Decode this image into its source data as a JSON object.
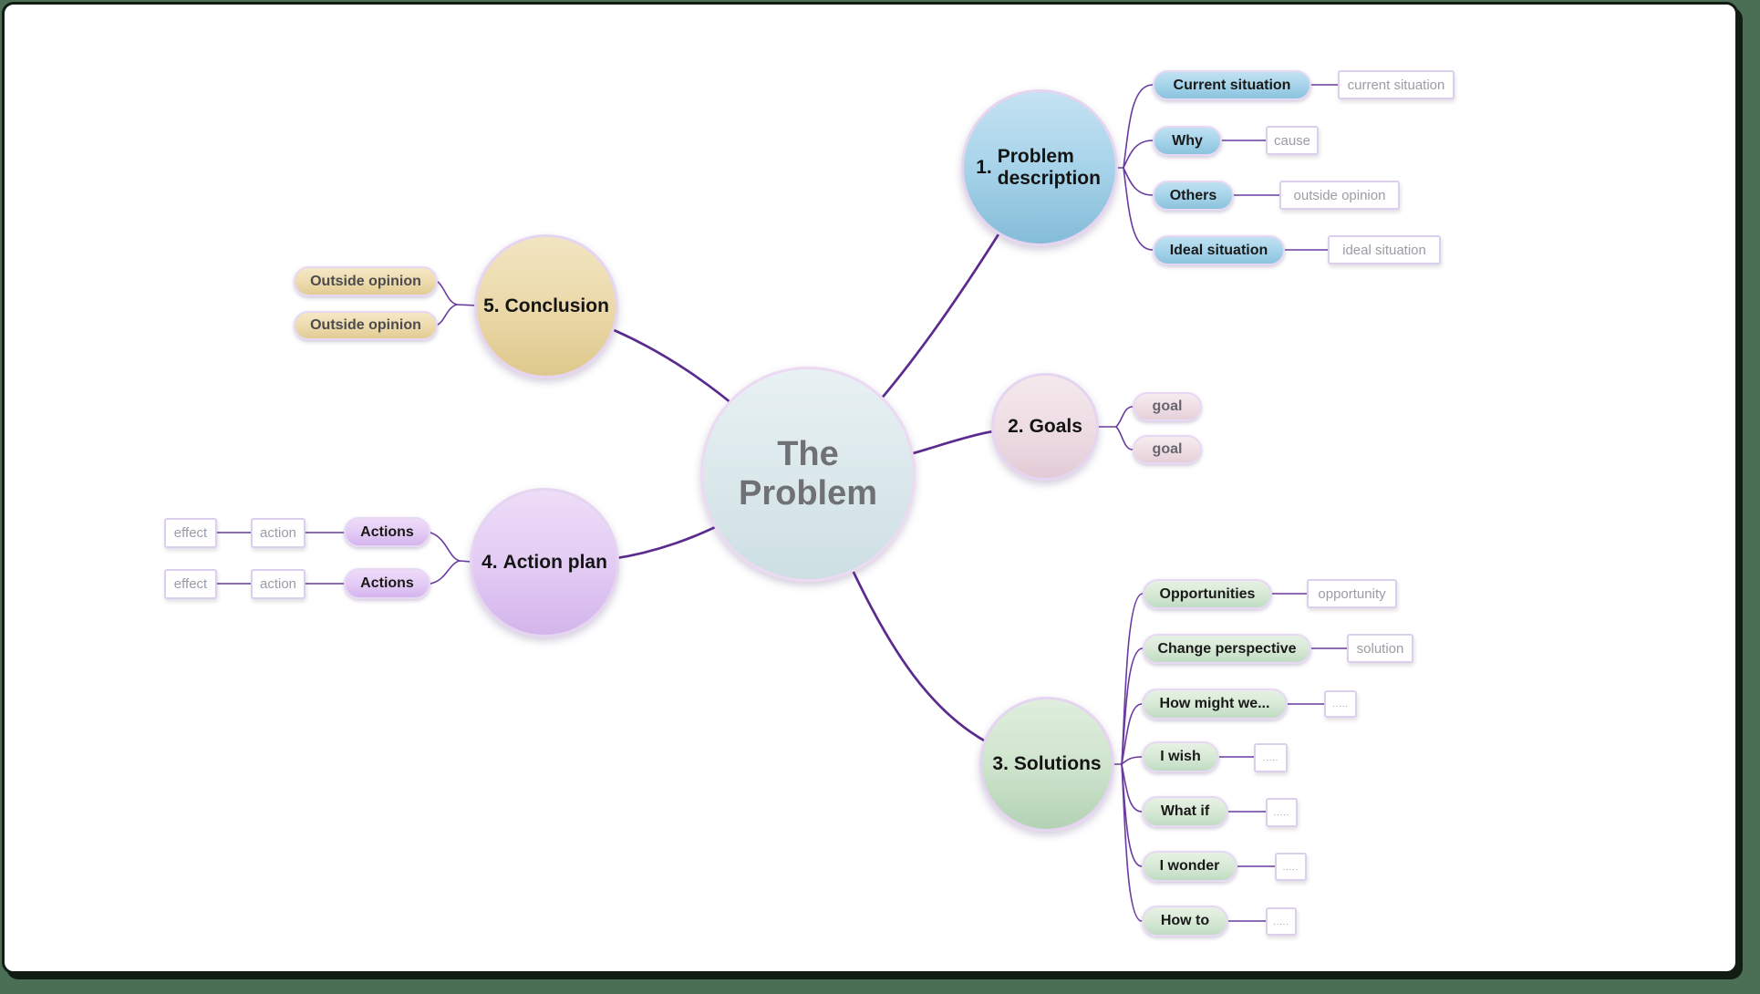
{
  "root": {
    "label": "The Problem"
  },
  "branches": [
    {
      "number": "1.",
      "name": "Problem description",
      "children": [
        {
          "label": "Current situation",
          "note": "current situation"
        },
        {
          "label": "Why",
          "note": "cause"
        },
        {
          "label": "Others",
          "note": "outside opinion"
        },
        {
          "label": "Ideal situation",
          "note": "ideal situation"
        }
      ]
    },
    {
      "number": "2.",
      "name": "Goals",
      "children": [
        {
          "label": "goal"
        },
        {
          "label": "goal"
        }
      ]
    },
    {
      "number": "3.",
      "name": "Solutions",
      "children": [
        {
          "label": "Opportunities",
          "note": "opportunity"
        },
        {
          "label": "Change perspective",
          "note": "solution"
        },
        {
          "label": "How might we...",
          "note": "....."
        },
        {
          "label": "I wish",
          "note": "....."
        },
        {
          "label": "What if",
          "note": "....."
        },
        {
          "label": "I wonder",
          "note": "....."
        },
        {
          "label": "How to",
          "note": "....."
        }
      ]
    },
    {
      "number": "4.",
      "name": "Action plan",
      "children": [
        {
          "label": "Actions",
          "note": "action",
          "effect": "effect"
        },
        {
          "label": "Actions",
          "note": "action",
          "effect": "effect"
        }
      ]
    },
    {
      "number": "5.",
      "name": "Conclusion",
      "children": [
        {
          "label": "Outside opinion"
        },
        {
          "label": "Outside opinion"
        }
      ]
    }
  ],
  "palette": {
    "frame_green": "#4b6f55",
    "canvas_white": "#ffffff",
    "edge_main_purple": "#5a2a8e",
    "edge_child_purple": "#6a3aa0",
    "node_border_lavender": "#e6d5f1",
    "blue": "#a8d4ea",
    "pink": "#eedde4",
    "green": "#cfe4cd",
    "purple": "#e3ccf4",
    "yellow": "#ebd9aa",
    "root_fill": "#dce9ec",
    "leaf_text_gray": "#9c9ca4"
  }
}
